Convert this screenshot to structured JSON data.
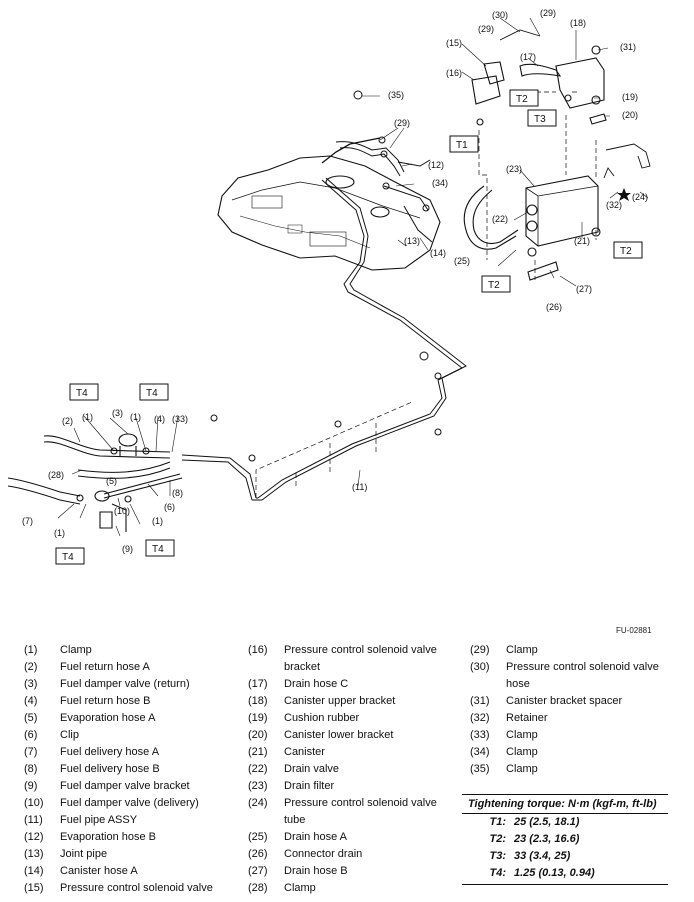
{
  "figure_id": "FU-02881",
  "callouts": {
    "c1": "(1)",
    "c2": "(2)",
    "c3": "(3)",
    "c4": "(4)",
    "c5": "(5)",
    "c6": "(6)",
    "c7": "(7)",
    "c8": "(8)",
    "c9": "(9)",
    "c10": "(10)",
    "c11": "(11)",
    "c12": "(12)",
    "c13": "(13)",
    "c14": "(14)",
    "c15": "(15)",
    "c16": "(16)",
    "c17": "(17)",
    "c18": "(18)",
    "c19": "(19)",
    "c20": "(20)",
    "c21": "(21)",
    "c22": "(22)",
    "c23": "(23)",
    "c24": "(24)",
    "c25": "(25)",
    "c26": "(26)",
    "c27": "(27)",
    "c28": "(28)",
    "c29": "(29)",
    "c30": "(30)",
    "c31": "(31)",
    "c32": "(32)",
    "c33": "(33)",
    "c34": "(34)",
    "c35": "(35)"
  },
  "torque_tags": {
    "t1": "T1",
    "t2": "T2",
    "t3": "T3",
    "t4": "T4"
  },
  "legend": {
    "col1": [
      {
        "num": "(1)",
        "label": "Clamp"
      },
      {
        "num": "(2)",
        "label": "Fuel return hose A"
      },
      {
        "num": "(3)",
        "label": "Fuel damper valve (return)"
      },
      {
        "num": "(4)",
        "label": "Fuel return hose B"
      },
      {
        "num": "(5)",
        "label": "Evaporation hose A"
      },
      {
        "num": "(6)",
        "label": "Clip"
      },
      {
        "num": "(7)",
        "label": "Fuel delivery hose A"
      },
      {
        "num": "(8)",
        "label": "Fuel delivery hose B"
      },
      {
        "num": "(9)",
        "label": "Fuel damper valve bracket"
      },
      {
        "num": "(10)",
        "label": "Fuel damper valve (delivery)"
      },
      {
        "num": "(11)",
        "label": "Fuel pipe ASSY"
      },
      {
        "num": "(12)",
        "label": "Evaporation hose B"
      },
      {
        "num": "(13)",
        "label": "Joint pipe"
      },
      {
        "num": "(14)",
        "label": "Canister hose A"
      },
      {
        "num": "(15)",
        "label": "Pressure control solenoid valve"
      }
    ],
    "col2": [
      {
        "num": "(16)",
        "label": "Pressure control solenoid valve bracket"
      },
      {
        "num": "(17)",
        "label": "Drain hose C"
      },
      {
        "num": "(18)",
        "label": "Canister upper bracket"
      },
      {
        "num": "(19)",
        "label": "Cushion rubber"
      },
      {
        "num": "(20)",
        "label": "Canister lower bracket"
      },
      {
        "num": "(21)",
        "label": "Canister"
      },
      {
        "num": "(22)",
        "label": "Drain valve"
      },
      {
        "num": "(23)",
        "label": "Drain filter"
      },
      {
        "num": "(24)",
        "label": "Pressure control solenoid valve tube"
      },
      {
        "num": "(25)",
        "label": "Drain hose A"
      },
      {
        "num": "(26)",
        "label": "Connector drain"
      },
      {
        "num": "(27)",
        "label": "Drain hose B"
      },
      {
        "num": "(28)",
        "label": "Clamp"
      }
    ],
    "col3": [
      {
        "num": "(29)",
        "label": "Clamp"
      },
      {
        "num": "(30)",
        "label": "Pressure control solenoid valve hose"
      },
      {
        "num": "(31)",
        "label": "Canister bracket spacer"
      },
      {
        "num": "(32)",
        "label": "Retainer"
      },
      {
        "num": "(33)",
        "label": "Clamp"
      },
      {
        "num": "(34)",
        "label": "Clamp"
      },
      {
        "num": "(35)",
        "label": "Clamp"
      }
    ]
  },
  "torque": {
    "title": "Tightening torque: N·m (kgf-m, ft-lb)",
    "rows": [
      {
        "key": "T1:",
        "value": "25 (2.5, 18.1)"
      },
      {
        "key": "T2:",
        "value": "23 (2.3, 16.6)"
      },
      {
        "key": "T3:",
        "value": "33 (3.4, 25)"
      },
      {
        "key": "T4:",
        "value": "1.25 (0.13, 0.94)"
      }
    ]
  }
}
